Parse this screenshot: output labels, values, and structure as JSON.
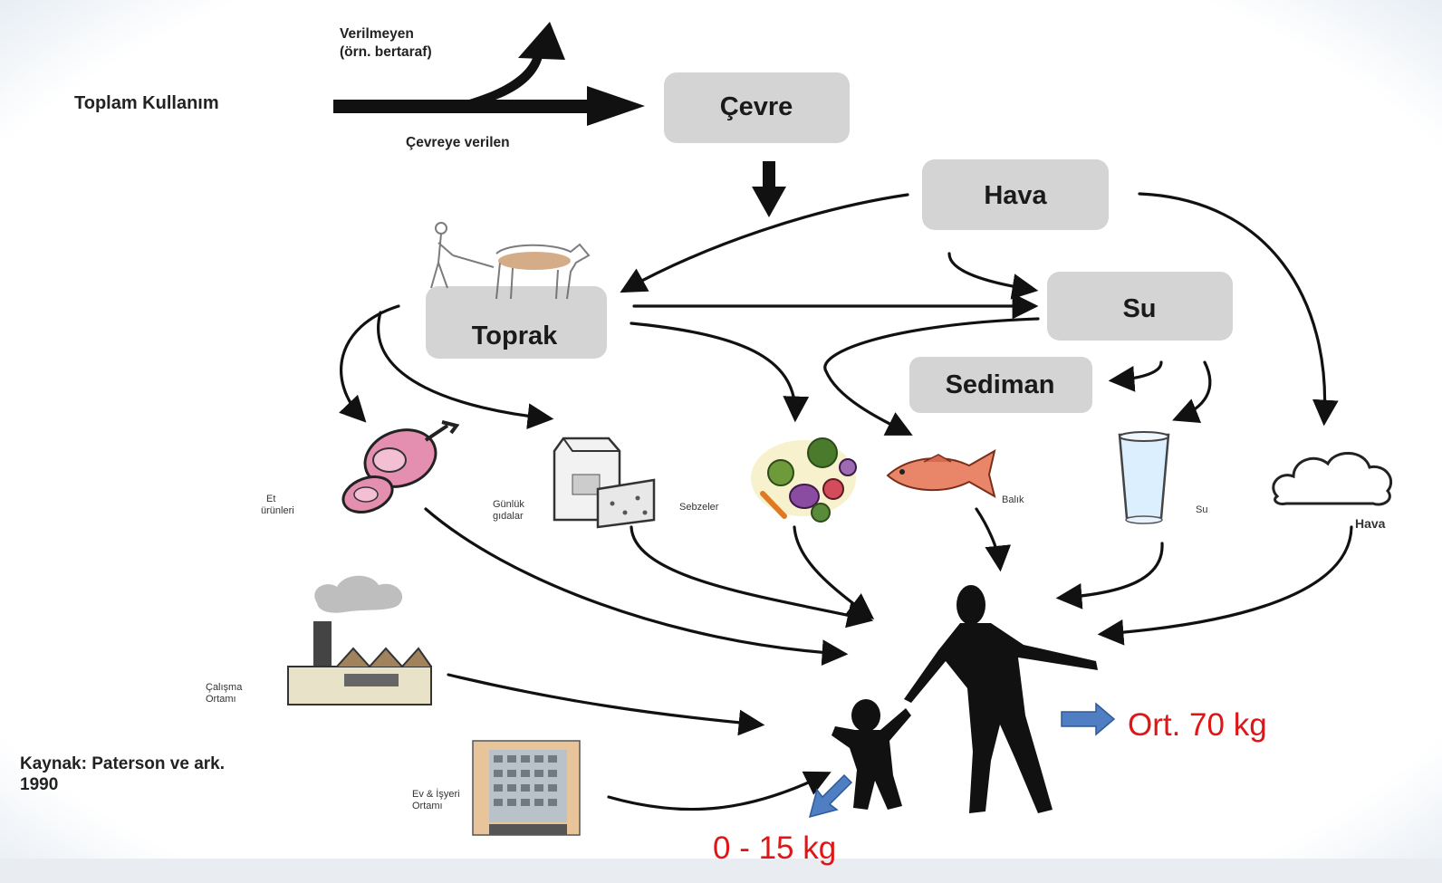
{
  "top_flow": {
    "total_use": "Toplam Kullanım",
    "not_released_line1": "Verilmeyen",
    "not_released_line2": "(örn. bertaraf)",
    "released": "Çevreye verilen"
  },
  "boxes": {
    "environment": "Çevre",
    "air": "Hava",
    "water": "Su",
    "soil": "Toprak",
    "sediment": "Sediman"
  },
  "food_labels": {
    "meat_line1": "Et",
    "meat_line2": "ürünleri",
    "dairy_line1": "Günlük",
    "dairy_line2": "gıdalar",
    "vegetables": "Sebzeler",
    "fish": "Balık",
    "water": "Su",
    "air": "Hava"
  },
  "exposure_labels": {
    "workplace_line1": "Çalışma",
    "workplace_line2": "Ortamı",
    "home_line1": "Ev & İşyeri",
    "home_line2": "Ortamı"
  },
  "weights": {
    "adult": "Ort. 70 kg",
    "child": "0 - 15 kg"
  },
  "source": {
    "line1": "Kaynak: Paterson ve ark.",
    "line2": "1990"
  },
  "colors": {
    "highlight_text": "#e01515",
    "pointer_arrow": "#4f7fc2",
    "box_fill": "#d4d4d4"
  }
}
